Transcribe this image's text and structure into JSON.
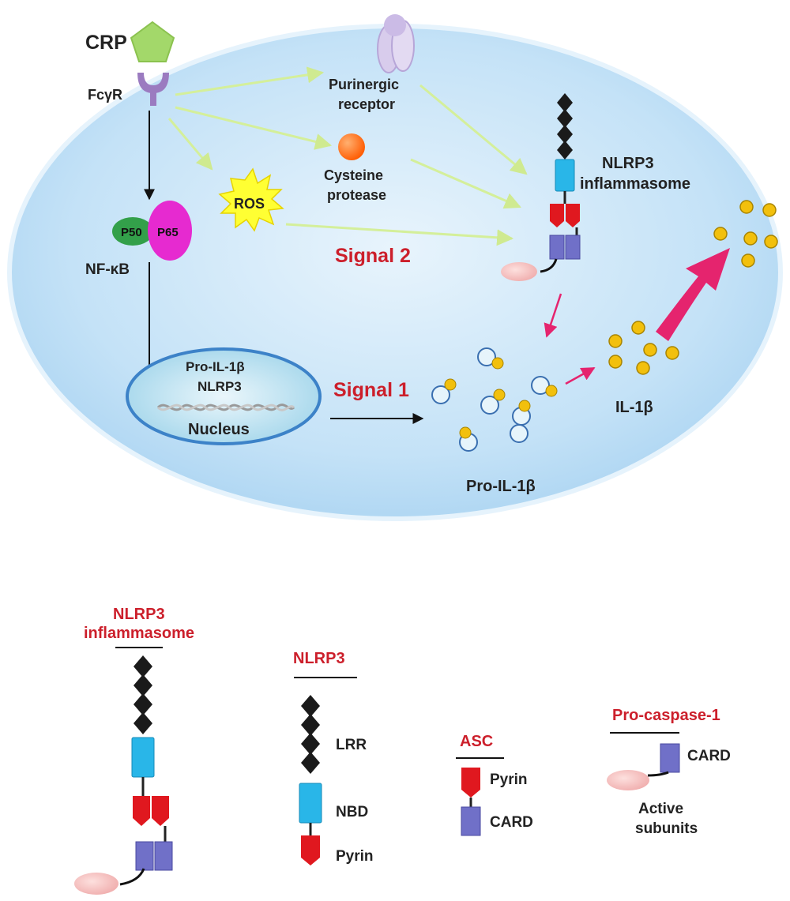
{
  "labels": {
    "crp": "CRP",
    "fcgr": "FcγR",
    "purinergic_line1": "Purinergic",
    "purinergic_line2": "receptor",
    "cysteine_line1": "Cysteine",
    "cysteine_line2": "protease",
    "ros": "ROS",
    "p50": "P50",
    "p65": "P65",
    "nfkb": "NF-κB",
    "signal2": "Signal 2",
    "signal1": "Signal 1",
    "nlrp3_inflammasome_line1": "NLRP3",
    "nlrp3_inflammasome_line2": "inflammasome",
    "nucleus_pro_il1b": "Pro-IL-1β",
    "nucleus_nlrp3": "NLRP3",
    "nucleus": "Nucleus",
    "pro_il1b": "Pro-IL-1β",
    "il1b": "IL-1β"
  },
  "legend": {
    "inflammasome_title_line1": "NLRP3",
    "inflammasome_title_line2": "inflammasome",
    "nlrp3_title": "NLRP3",
    "lrr": "LRR",
    "nbd": "NBD",
    "pyrin": "Pyrin",
    "asc_title": "ASC",
    "asc_pyrin": "Pyrin",
    "asc_card": "CARD",
    "procaspase_title": "Pro-caspase-1",
    "procaspase_card": "CARD",
    "active_line1": "Active",
    "active_line2": "subunits"
  },
  "colors": {
    "cell_fill": "#bfe0f6",
    "cell_stroke": "#dceefa",
    "title_red": "#cc1f2b",
    "lrr_black": "#1a1a1a",
    "nbd_cyan": "#29b6e8",
    "pyrin_red": "#e0181f",
    "card_purple": "#7070c8",
    "caspase_pink": "#f2b8b8",
    "crp_green": "#a3d86a",
    "fcgr_purple": "#9b7bc0",
    "p50_green": "#33a04a",
    "p65_magenta": "#e62ad0",
    "ros_yellow": "#ffff33",
    "protease_orange": "#ff6a10",
    "il1b_yellow": "#f2c00d",
    "arrow_green": "#d4ef9a",
    "arrow_pink": "#e5246e"
  }
}
